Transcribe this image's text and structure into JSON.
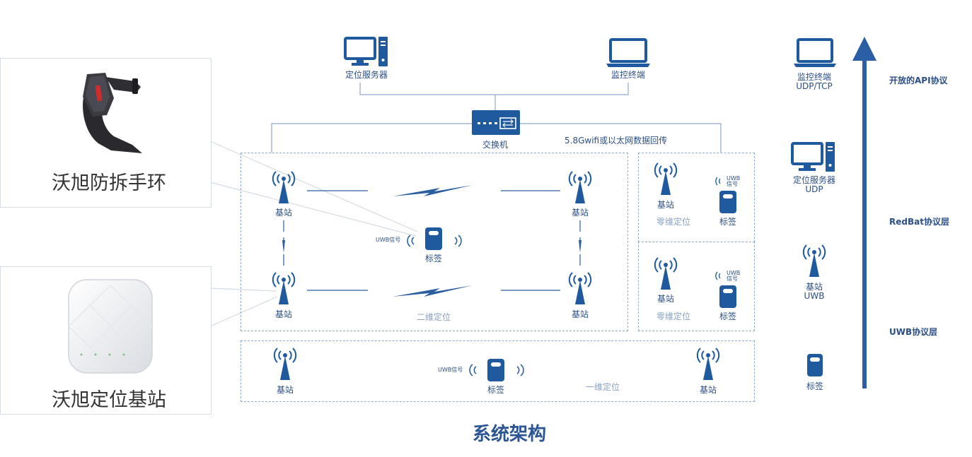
{
  "colors": {
    "primary": "#1f5a9f",
    "grey_text": "#8aa2c4",
    "dash": "#8fa9c9",
    "line": "#8fa9c9"
  },
  "top": {
    "server_label": "定位服务器",
    "monitor_label": "监控终端",
    "switch_label": "交换机",
    "backhaul_label": "5.8Gwifi或以太网数据回传"
  },
  "photos": {
    "bracelet_caption": "沃旭防拆手环",
    "basestation_caption": "沃旭定位基站"
  },
  "labels": {
    "base_station": "基站",
    "tag": "标签",
    "uwb_signal": "UWB信号",
    "uwb_top": "UWB",
    "uwb_bottom": "信号"
  },
  "zones": {
    "two_d": "二维定位",
    "zero_d": "零维定位",
    "one_d": "一维定位"
  },
  "protocol": {
    "monitor_label": "监控终端",
    "monitor_sub": "UDP/TCP",
    "server_label": "定位服务器",
    "server_sub": "UDP",
    "base_label": "基站",
    "base_sub": "UWB",
    "tag_label": "标签",
    "api_layer": "开放的API协议",
    "redbat_layer": "RedBat协议层",
    "uwb_layer": "UWB协议层"
  },
  "footer": {
    "title": "系统架构"
  }
}
